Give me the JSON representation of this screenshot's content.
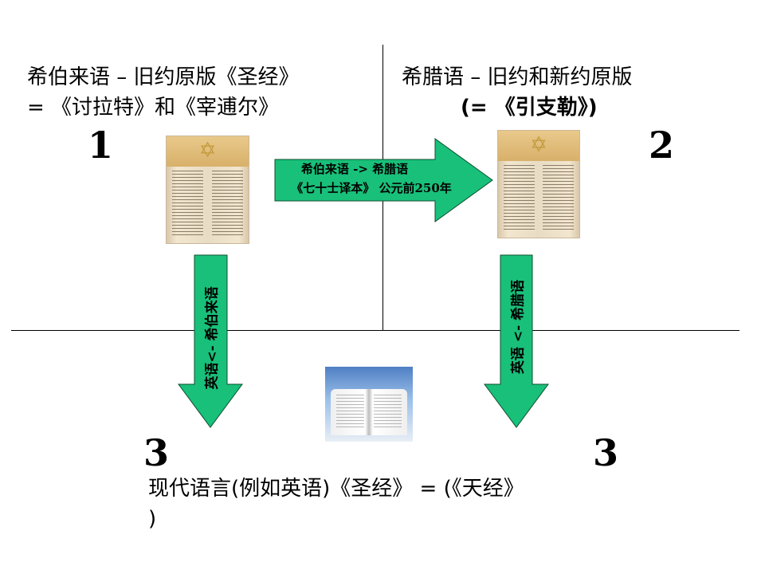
{
  "captions": {
    "hebrew_line1": "希伯来语 – 旧约原版《圣经》",
    "hebrew_line2": "= 《讨拉特》和《宰逋尔》",
    "greek_line1": "希腊语 – 旧约和新约原版",
    "greek_line2": "(= 《引支勒》)",
    "modern_line1": "现代语言(例如英语)《圣经》 = (《天经》",
    "modern_line2": ")"
  },
  "numbers": {
    "n1": "1",
    "n2": "2",
    "n3_left": "3",
    "n3_right": "3"
  },
  "arrows": {
    "translation_line1": "希伯来语 -> 希腊语",
    "translation_line2": "《七十士译本》 公元前250年",
    "left_down": "英语<- 希伯来语",
    "right_down": "英语 <- 希腊语"
  },
  "icons": {
    "scroll_left": "torah-scroll-icon",
    "scroll_right": "torah-scroll-icon",
    "book": "open-bible-icon",
    "star": "✡"
  },
  "colors": {
    "arrow_fill": "#19c07a",
    "arrow_stroke": "#0c4f2e",
    "lines": "#000000"
  }
}
